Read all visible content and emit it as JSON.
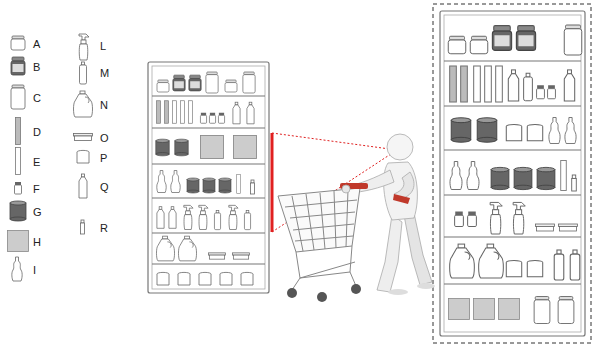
{
  "diagram": {
    "labels": [
      "A",
      "B",
      "C",
      "D",
      "E",
      "F",
      "G",
      "H",
      "I",
      "L",
      "M",
      "N",
      "O",
      "P",
      "Q",
      "R"
    ]
  }
}
